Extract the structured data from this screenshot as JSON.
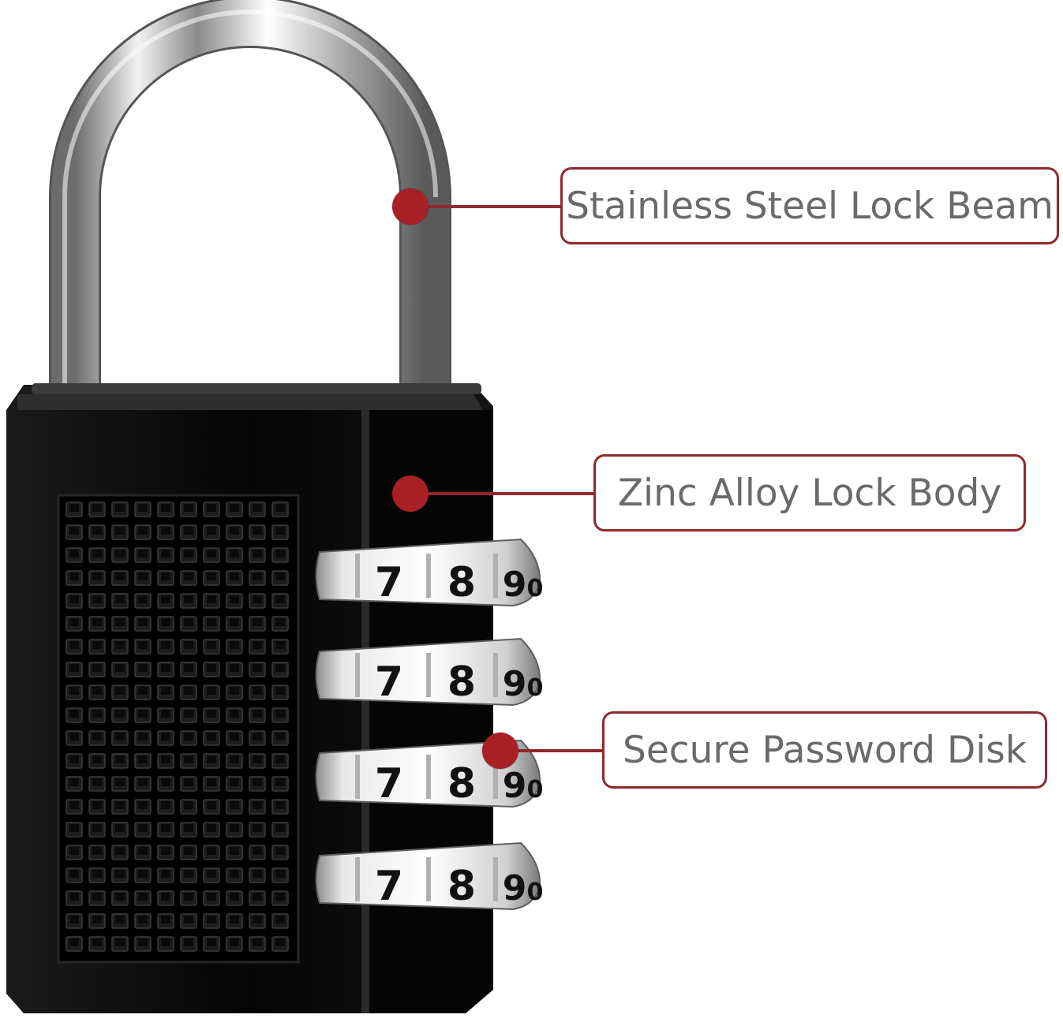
{
  "callouts": {
    "beam": "Stainless Steel Lock Beam",
    "body": "Zinc Alloy Lock Body",
    "disk": "Secure Password Disk"
  },
  "dials": [
    {
      "digits": [
        "7",
        "8",
        "9",
        "0"
      ]
    },
    {
      "digits": [
        "7",
        "8",
        "9",
        "0"
      ]
    },
    {
      "digits": [
        "7",
        "8",
        "9",
        "0"
      ]
    },
    {
      "digits": [
        "7",
        "8",
        "9",
        "0"
      ]
    }
  ],
  "colors": {
    "accent": "#a81f25",
    "callout_border": "#8e2a2c",
    "callout_text": "#6a6a6a",
    "lock_body": "#0c0c0c",
    "shackle": "#c8c8c8"
  },
  "icons": {
    "marker": "red-dot-icon",
    "product": "padlock-icon"
  }
}
